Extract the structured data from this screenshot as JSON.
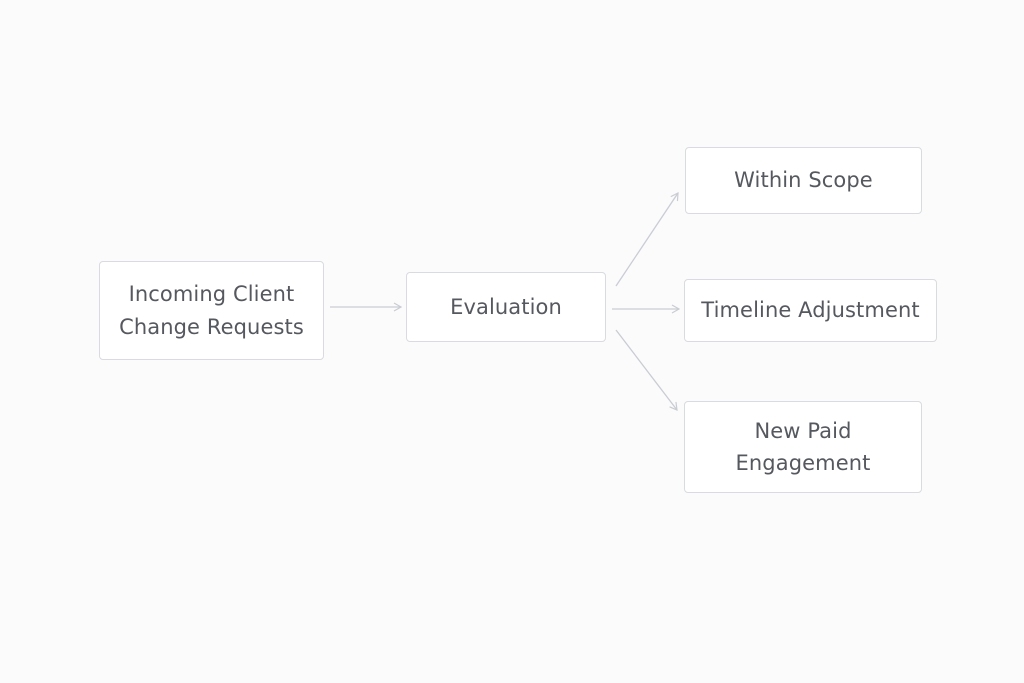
{
  "diagram": {
    "nodes": {
      "incoming": {
        "line1": "Incoming Client",
        "line2": "Change Requests"
      },
      "evaluation": {
        "label": "Evaluation"
      },
      "within_scope": {
        "label": "Within Scope"
      },
      "timeline": {
        "label": "Timeline Adjustment"
      },
      "new_paid": {
        "line1": "New Paid",
        "line2": "Engagement"
      }
    },
    "edges": [
      {
        "from": "incoming",
        "to": "evaluation"
      },
      {
        "from": "evaluation",
        "to": "within_scope"
      },
      {
        "from": "evaluation",
        "to": "timeline"
      },
      {
        "from": "evaluation",
        "to": "new_paid"
      }
    ],
    "colors": {
      "background": "#fbfbfc",
      "node_border": "#d9dbe0",
      "arrow": "#c9ccd2",
      "text": "#55585e"
    }
  }
}
